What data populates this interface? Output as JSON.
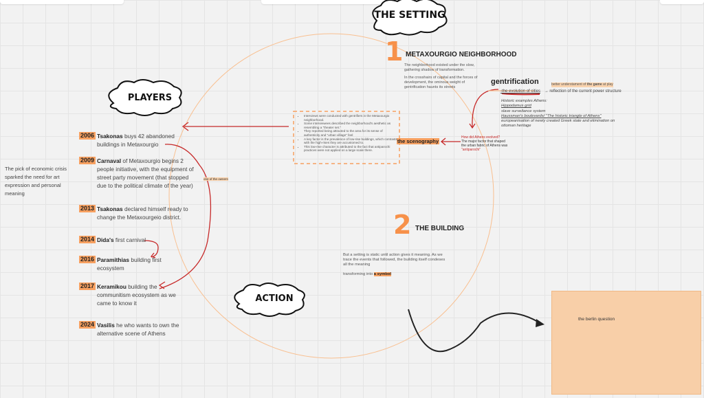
{
  "clouds": {
    "setting": "THE SETTING",
    "players": "PLAYERS",
    "action": "ACTION"
  },
  "setting": {
    "number1": "1",
    "title": "METAXOURGIO NEIGHBORHOOD",
    "para1": "The neighborhood existed under the slow, gathering shadow of transformation.",
    "para2": "In the crosshairs of capital and the forces of development, the ominous weight of gentrification haunts its streets",
    "gentrification": "gentrification",
    "better_note_pre": "better understament of ",
    "better_note_bold": "the game",
    "better_note_post": " at play",
    "evolution": "-the evolution of cities",
    "reflection": "→ reflection of the current power structure",
    "historic": "Historic examples Athens:",
    "hippodamus": "Hippodamus grid",
    "slave": "slave surveilance system",
    "haussman": "Haussman's boulevards/ \"The historic triangle of Athens\"",
    "europe": "europeanisation of newly created Greek state and elimination on ottoman heritage",
    "question": "How did Athens evolved?",
    "major": "The major factor that shaped the urban fabric of Athens was",
    "antiparochi": "\"antiparochi\"",
    "scenography": "the scenography",
    "interviews": [
      "Interviews were conducted with gentrifiers in the Metaxourgio neighborhood.",
      "Some interviewees described the neighborhood's aesthetic as resembling a \"theater set.\"",
      "They reported being attracted to the area for its sense of authenticity and \"urban village\" feel",
      "A key factor is the prevalence of low-rise buildings, which contrasts with the high-rises they are accustomed to.",
      "This low-rise character is attributed to the fact that antiparochi practices were not applied on a large scale there."
    ],
    "number2": "2",
    "building_title": "THE BUILDING",
    "building_text": "But a setting is static until action gives it meaning. As we trace the events that followed, the building itself condeses all the meaning",
    "transforming": "transforming into ",
    "symbol": "a symbol"
  },
  "side_note": "The pick of economic crisis sparked the need for art expression and personal meaning",
  "owners_note": "one of the owners",
  "timeline": [
    {
      "year": "2006",
      "name": "Tsakonas",
      "text": " buys 42 abandoned buildings in Metaxourgio"
    },
    {
      "year": "2009",
      "name": "Carnaval",
      "text": " of Metaxourgio begins 2 people initiative, with the equipment of street party movement (that stopped due to the political climate of the year)"
    },
    {
      "year": "2013",
      "name": "Tsakonas",
      "text": " declared himself ready to change the Metaxourgeio district."
    },
    {
      "year": "2014",
      "name": "Dida's",
      "text": " first carnival"
    },
    {
      "year": "2016",
      "name": "Paramithias",
      "text": " building first ecosystem"
    },
    {
      "year": "2017",
      "name": "Keramikou",
      "text": " building the communitism ecosystem as we came to know it"
    },
    {
      "year": "2024",
      "name": "Vasilis",
      "text": " he who wants to own the alternative scene of Athens"
    }
  ],
  "berlin": "the berlin question",
  "colors": {
    "accent": "#f7a060",
    "red": "#c62828",
    "box": "#f8cfa8"
  }
}
